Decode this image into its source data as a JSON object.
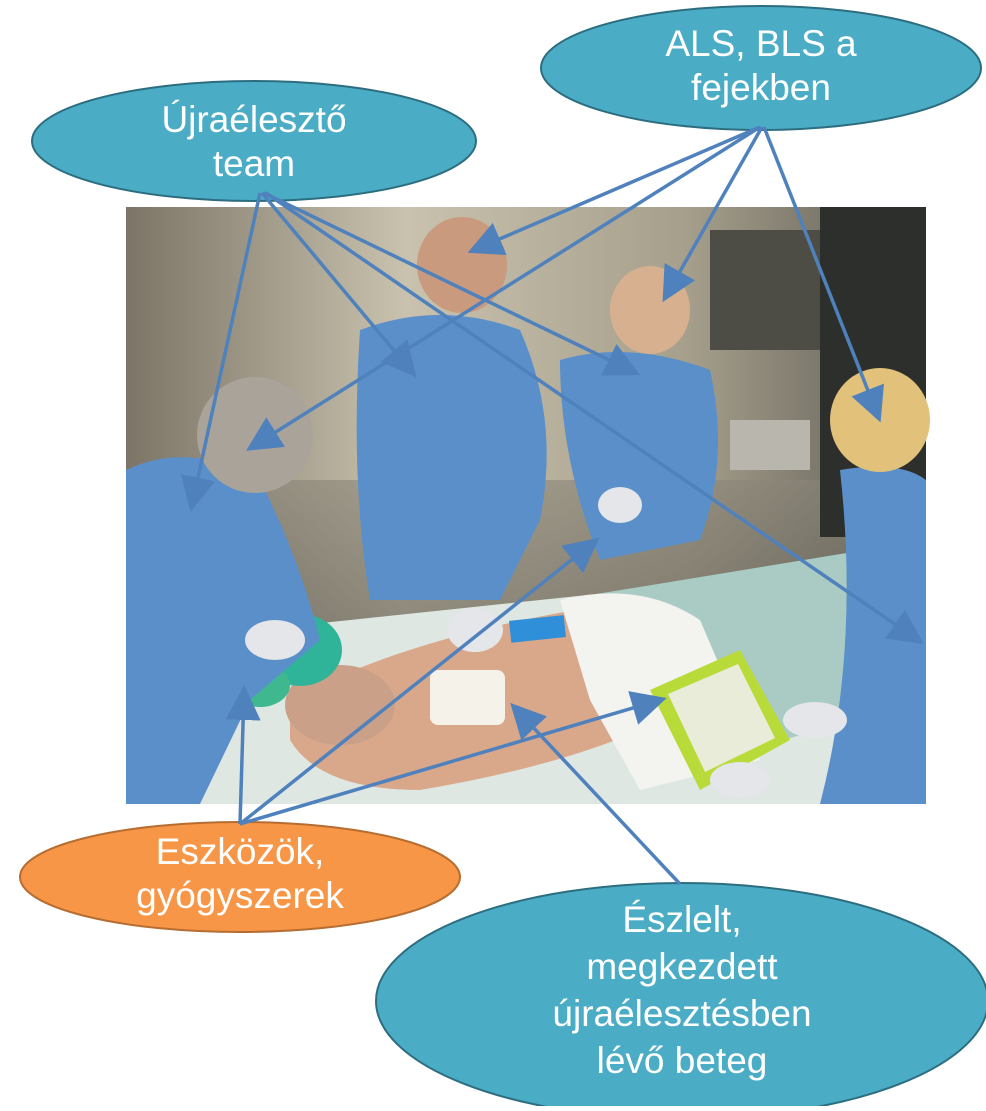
{
  "photo": {
    "description_icon": "resuscitation-scene-photo"
  },
  "colors": {
    "teal_fill": "#4BACC6",
    "teal_stroke": "#2C6E80",
    "orange_fill": "#F79646",
    "orange_stroke": "#B66D31",
    "arrow": "#4F81BD"
  },
  "labels": {
    "team": [
      "Újraélesztő",
      "team"
    ],
    "als": [
      "ALS, BLS a",
      "fejekben"
    ],
    "tools": [
      "Eszközök,",
      "gyógyszerek"
    ],
    "patient": [
      "Észlelt,",
      "megkezdett",
      "újraélesztésben",
      "lévő beteg"
    ]
  }
}
